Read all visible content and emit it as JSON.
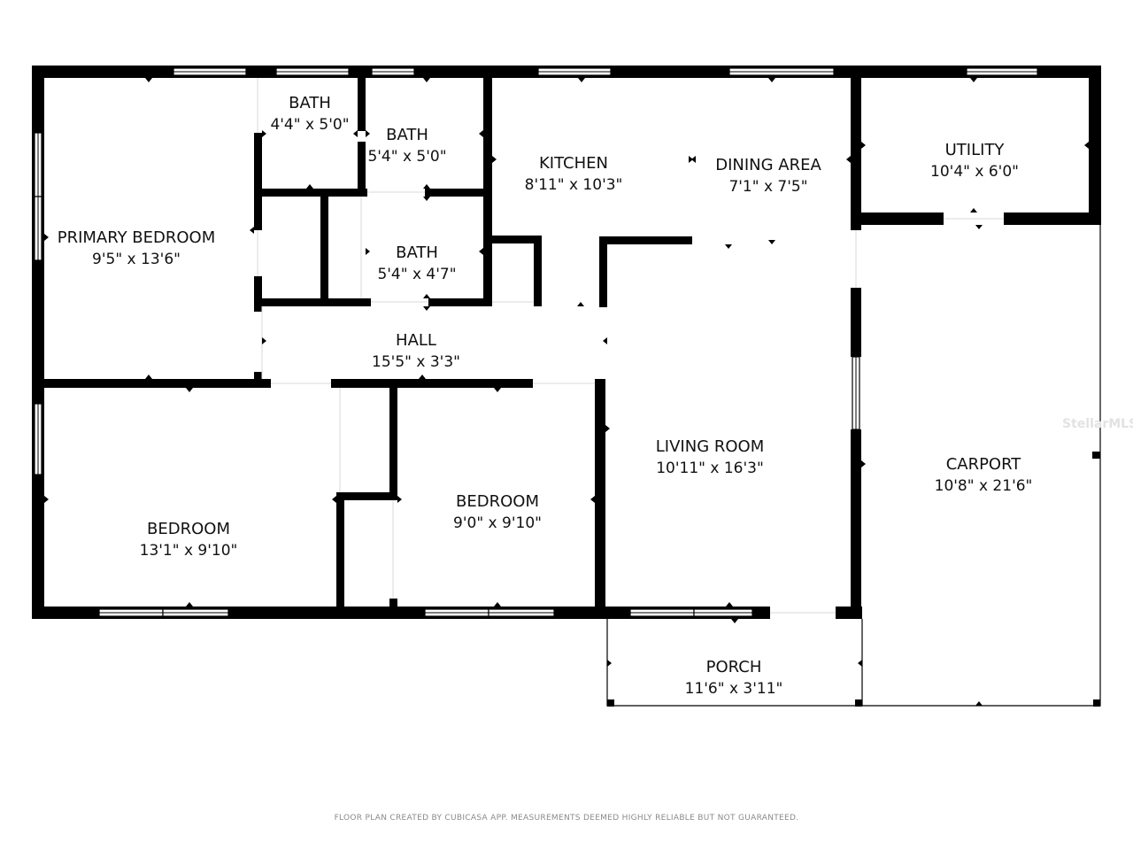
{
  "rooms": {
    "primary_bedroom": {
      "name": "PRIMARY BEDROOM",
      "dim": "9'5\" x 13'6\""
    },
    "bath_1": {
      "name": "BATH",
      "dim": "4'4\" x 5'0\""
    },
    "bath_2": {
      "name": "BATH",
      "dim": "5'4\" x 5'0\""
    },
    "bath_3": {
      "name": "BATH",
      "dim": "5'4\" x 4'7\""
    },
    "kitchen": {
      "name": "KITCHEN",
      "dim": "8'11\" x 10'3\""
    },
    "dining_area": {
      "name": "DINING AREA",
      "dim": "7'1\" x 7'5\""
    },
    "utility": {
      "name": "UTILITY",
      "dim": "10'4\" x 6'0\""
    },
    "hall": {
      "name": "HALL",
      "dim": "15'5\" x 3'3\""
    },
    "living_room": {
      "name": "LIVING ROOM",
      "dim": "10'11\" x 16'3\""
    },
    "carport": {
      "name": "CARPORT",
      "dim": "10'8\" x 21'6\""
    },
    "bedroom_1": {
      "name": "BEDROOM",
      "dim": "13'1\" x 9'10\""
    },
    "bedroom_2": {
      "name": "BEDROOM",
      "dim": "9'0\" x 9'10\""
    },
    "porch": {
      "name": "PORCH",
      "dim": "11'6\" x 3'11\""
    }
  },
  "footer": "FLOOR PLAN CREATED BY CUBICASA APP. MEASUREMENTS DEEMED HIGHLY RELIABLE BUT NOT GUARANTEED.",
  "watermark": "StellarMLS",
  "colors": {
    "wall": "#000000",
    "background": "#ffffff",
    "footer_text": "#8a8a8a"
  }
}
